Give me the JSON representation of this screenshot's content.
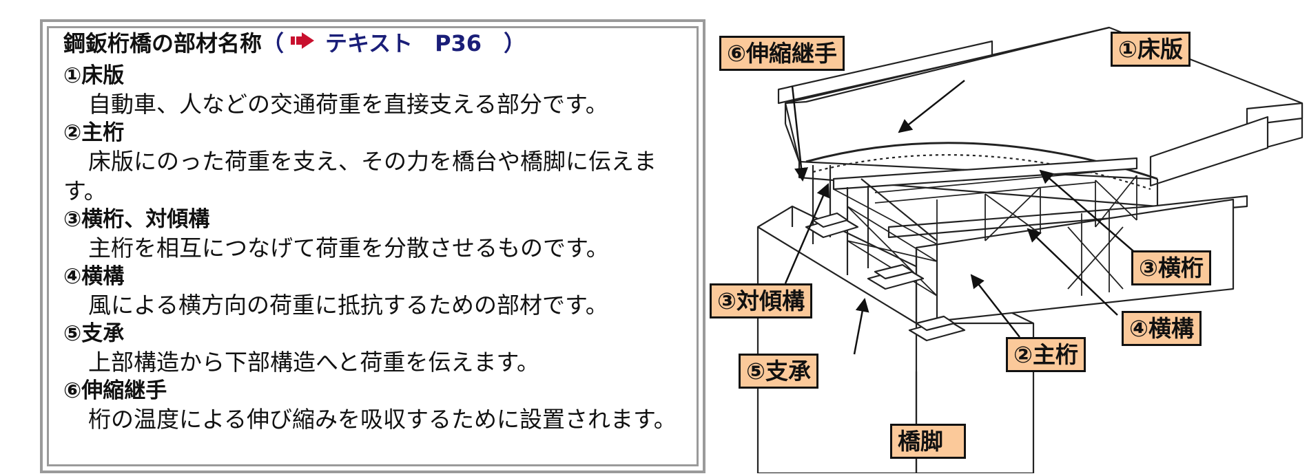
{
  "panel": {
    "title": "鋼鈑桁橋の部材名称",
    "ref_open": "（",
    "ref_text": "テキスト　P36　",
    "ref_close": "）",
    "items": [
      {
        "head": "①床版",
        "body": "自動車、人などの交通荷重を直接支える部分です。"
      },
      {
        "head": "②主桁",
        "body": "床版にのった荷重を支え、その力を橋台や橋脚に伝えます。"
      },
      {
        "head": "③横桁、対傾構",
        "body": "主桁を相互につなげて荷重を分散させるものです。"
      },
      {
        "head": "④横構",
        "body": "風による横方向の荷重に抵抗するための部材です。"
      },
      {
        "head": "⑤支承",
        "body": "上部構造から下部構造へと荷重を伝えます。"
      },
      {
        "head": "⑥伸縮継手",
        "body": "桁の温度による伸び縮みを吸収するために設置されます。"
      }
    ],
    "arrow_icon": "right-arrow-icon"
  },
  "diagram": {
    "labels": {
      "expansion_joint": "⑥伸縮継手",
      "deck_slab": "①床版",
      "cross_beam": "③横桁",
      "sway_bracing": "③対傾構",
      "lateral_bracing": "④横構",
      "bearing": "⑤支承",
      "main_girder": "②主桁",
      "pier": "橋脚"
    },
    "colors": {
      "label_fill": "#fbc99a",
      "ref_text": "#1a1e78",
      "ref_arrow": "#c8102e"
    }
  }
}
